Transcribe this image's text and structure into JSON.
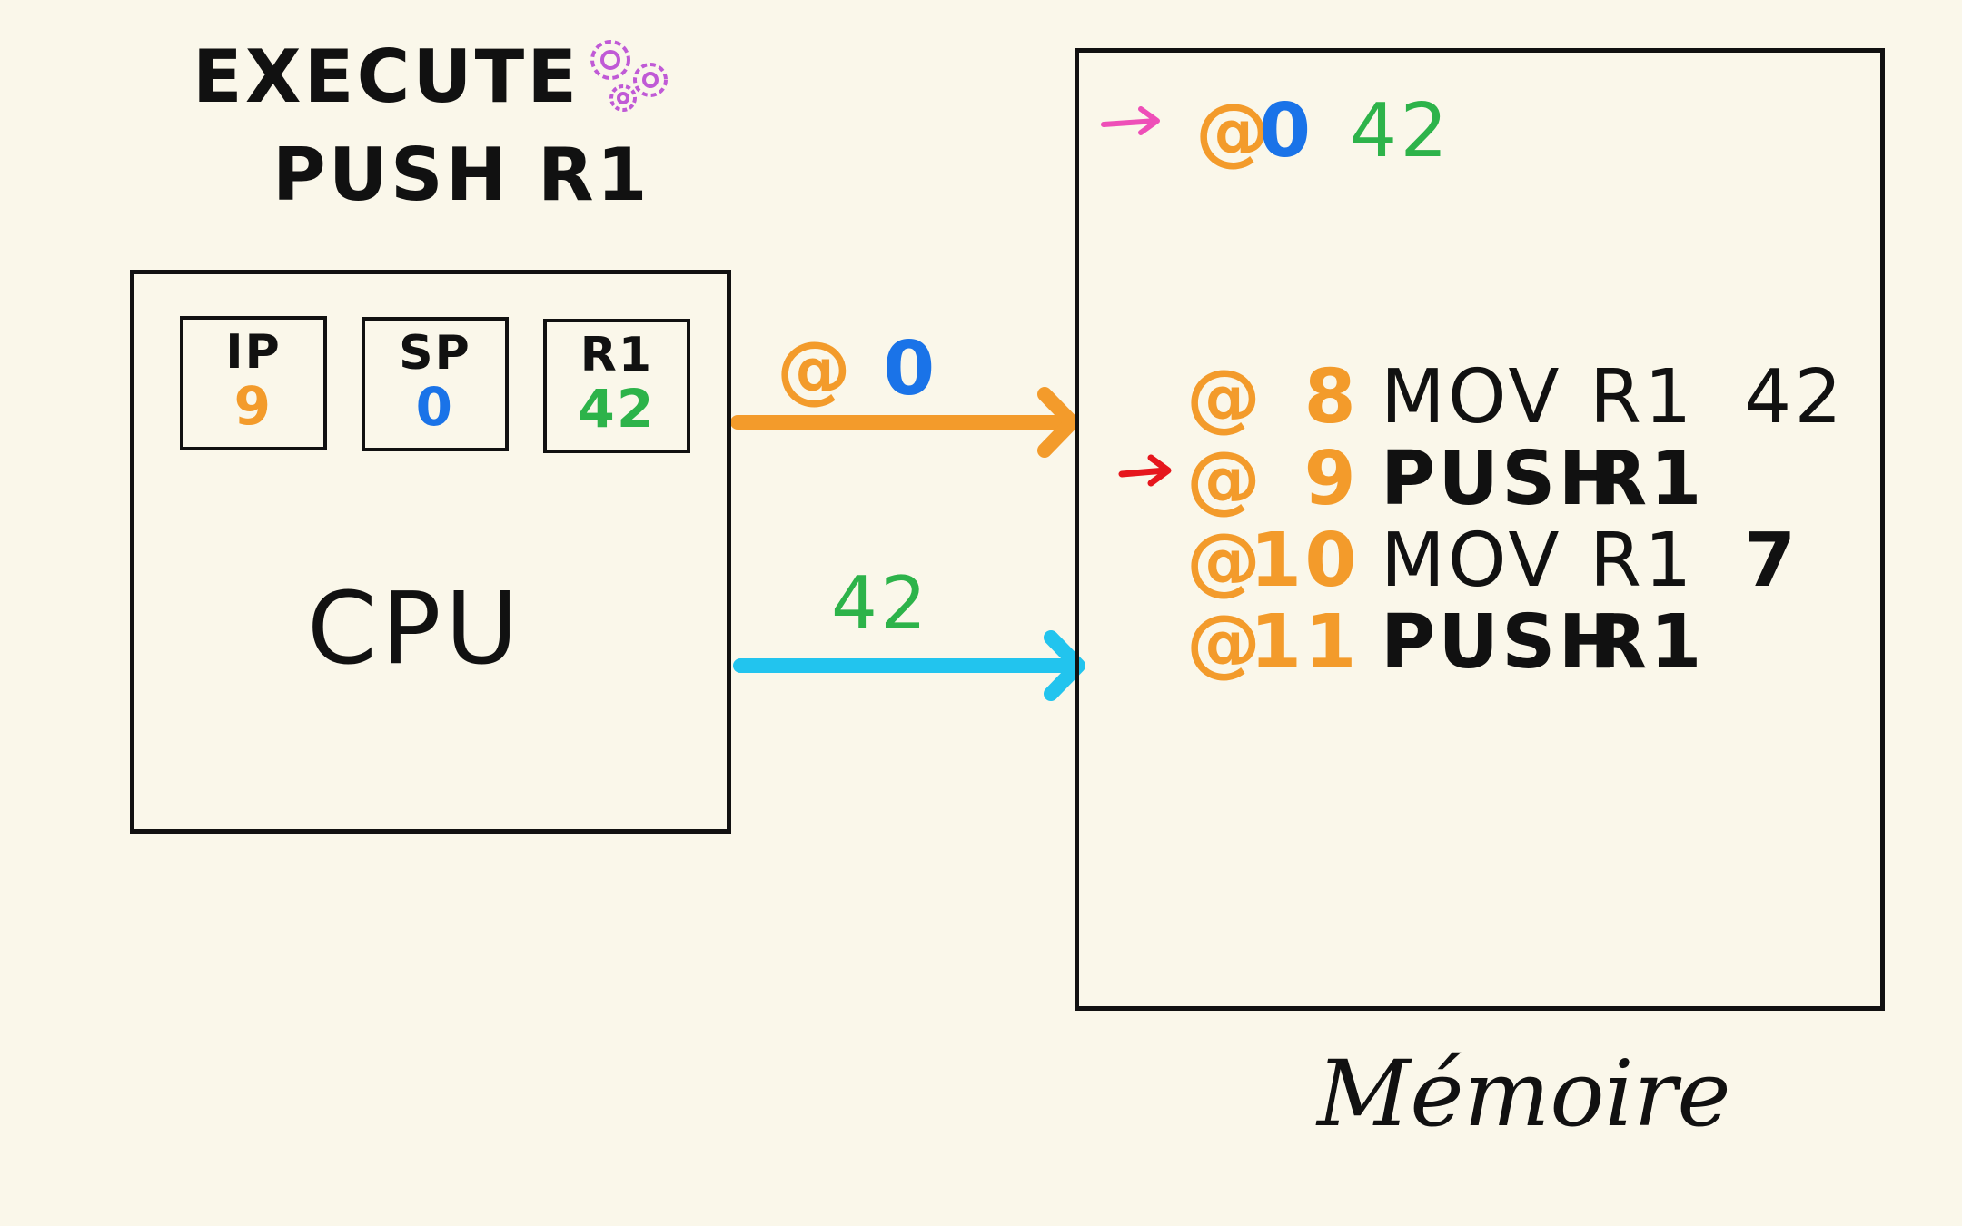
{
  "title": {
    "line1": "EXECUTE",
    "line2": "PUSH R1",
    "icon": "gears-icon"
  },
  "cpu": {
    "label": "CPU",
    "registers": [
      {
        "name": "IP",
        "value": "9"
      },
      {
        "name": "SP",
        "value": "0"
      },
      {
        "name": "R1",
        "value": "42"
      }
    ]
  },
  "bus": {
    "address": {
      "at": "@",
      "value": "0"
    },
    "data": {
      "value": "42"
    }
  },
  "memory": {
    "label": "Mémoire",
    "stack_cell": {
      "at": "@",
      "addr": "0",
      "value": "42"
    },
    "program": [
      {
        "at": "@",
        "addr": "8",
        "op": "MOV",
        "arg1": "R1",
        "arg2": "42"
      },
      {
        "at": "@",
        "addr": "9",
        "op": "PUSH",
        "arg1": "R1",
        "arg2": ""
      },
      {
        "at": "@",
        "addr": "10",
        "op": "MOV",
        "arg1": "R1",
        "arg2": "7"
      },
      {
        "at": "@",
        "addr": "11",
        "op": "PUSH",
        "arg1": "R1",
        "arg2": ""
      }
    ]
  },
  "colors": {
    "ink": "#111111",
    "orange": "#f39b2b",
    "blue": "#1a73e8",
    "green": "#2db34a",
    "cyan": "#22c4ee",
    "pink": "#ee4fb8",
    "red": "#e6161d",
    "purple": "#c05ad6",
    "background": "#faf7ea"
  }
}
